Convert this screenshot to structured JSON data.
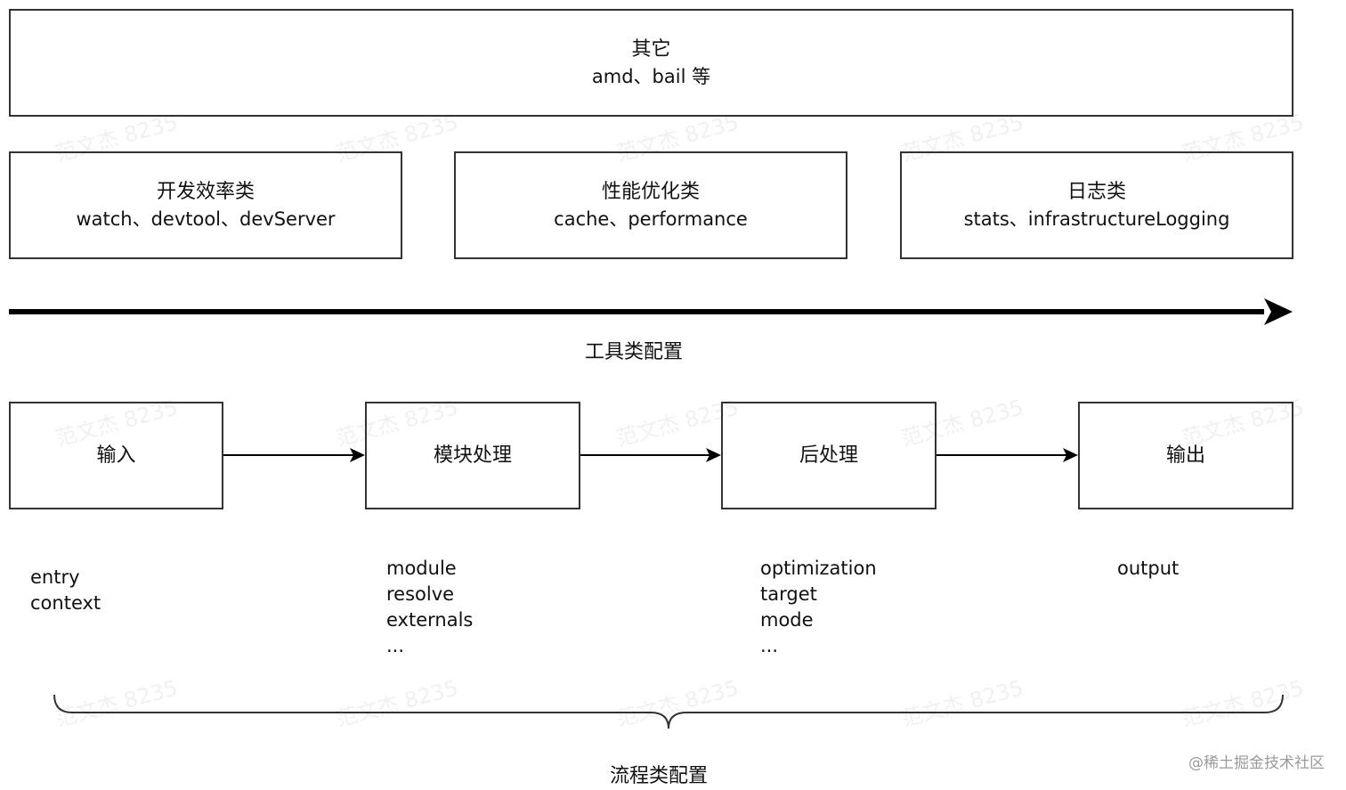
{
  "top_box": {
    "title": "其它",
    "subtitle": "amd、bail 等"
  },
  "tool_boxes": [
    {
      "title": "开发效率类",
      "subtitle": "watch、devtool、devServer"
    },
    {
      "title": "性能优化类",
      "subtitle": "cache、performance"
    },
    {
      "title": "日志类",
      "subtitle": "stats、infrastructureLogging"
    }
  ],
  "tool_axis_label": "工具类配置",
  "flow_steps": [
    {
      "label": "输入",
      "options": "entry\ncontext"
    },
    {
      "label": "模块处理",
      "options": "module\nresolve\nexternals\n..."
    },
    {
      "label": "后处理",
      "options": "optimization\ntarget\nmode\n..."
    },
    {
      "label": "输出",
      "options": "output"
    }
  ],
  "flow_label": "流程类配置",
  "watermark_text": "范文杰 8235",
  "credit": "@稀土掘金技术社区",
  "colors": {
    "border": "#333333",
    "arrow": "#000000",
    "background": "#ffffff"
  }
}
